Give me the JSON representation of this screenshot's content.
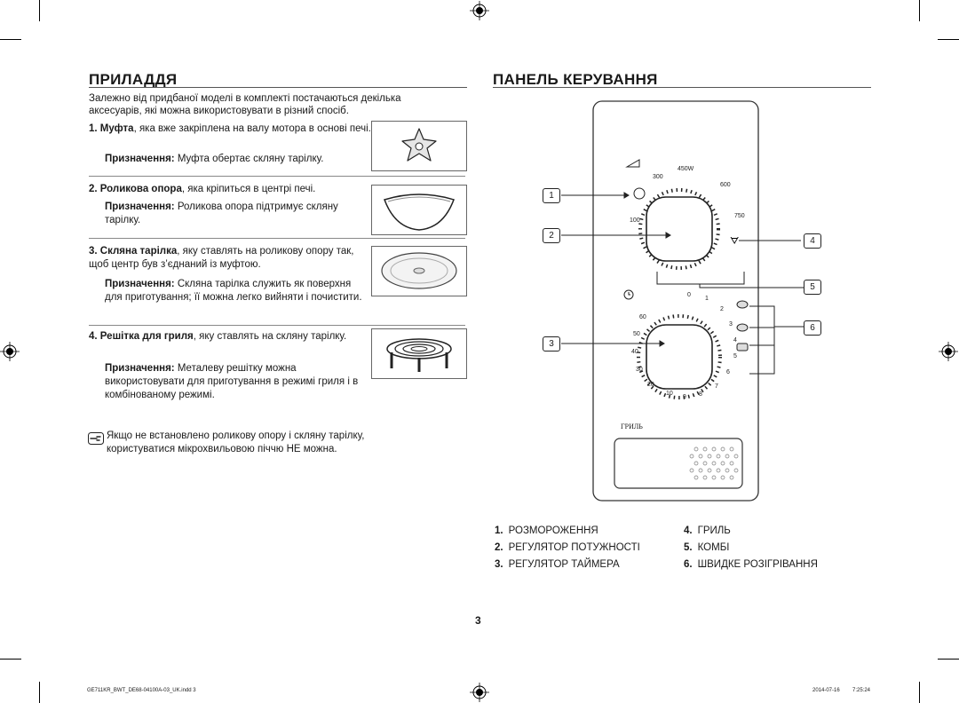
{
  "left": {
    "title": "ПРИЛАДДЯ",
    "intro": "Залежно від придбаної моделі в комплекті постачаються декілька аксесуарів, які можна використовувати в різний спосіб.",
    "items": [
      {
        "num": "1.",
        "name": "Муфта",
        "desc": ", яка вже закріплена на валу мотора в основі печі.",
        "purpose_label": "Призначення:",
        "purpose": "Муфта обертає скляну тарілку."
      },
      {
        "num": "2.",
        "name": "Роликова опора",
        "desc": ", яка кріпиться в центрі печі.",
        "purpose_label": "Призначення:",
        "purpose": "Роликова опора підтримує скляну тарілку."
      },
      {
        "num": "3.",
        "name": "Скляна тарілка",
        "desc": ", яку ставлять на роликову опору так, щоб центр був з’єднаний із муфтою.",
        "purpose_label": "Призначення:",
        "purpose": "Скляна тарілка служить як поверхня для приготування; її можна легко вийняти і почистити."
      },
      {
        "num": "4.",
        "name": "Решітка для гриля",
        "desc": ", яку ставлять на скляну тарілку.",
        "purpose_label": "Призначення:",
        "purpose": "Металеву решітку можна використовувати для приготування в режимі гриля і в комбінованому режимі."
      }
    ],
    "note": "Якщо не встановлено роликову опору і скляну тарілку, користуватися мікрохвильовою піччю НЕ можна."
  },
  "right": {
    "title": "ПАНЕЛЬ КЕРУВАННЯ",
    "panel": {
      "power_labels": {
        "p300": "300",
        "p450": "450W",
        "p600": "600",
        "p750": "750",
        "p100": "100"
      },
      "timer_labels": {
        "t0": "0",
        "t1": "1",
        "t2": "2",
        "t3": "3",
        "t4": "4",
        "t5": "5",
        "t6": "6",
        "t7": "7",
        "t8": "8",
        "t9": "9",
        "t10": "10",
        "t20": "20",
        "t30": "30",
        "t40": "40",
        "t50": "50",
        "t60": "60"
      },
      "grill_label": "ГРИЛЬ",
      "callouts": [
        "1",
        "2",
        "3",
        "4",
        "5",
        "6"
      ]
    },
    "legend": [
      {
        "num": "1.",
        "label": "РОЗМОРОЖЕННЯ"
      },
      {
        "num": "4.",
        "label": "ГРИЛЬ"
      },
      {
        "num": "2.",
        "label": "РЕГУЛЯТОР ПОТУЖНОСТІ"
      },
      {
        "num": "5.",
        "label": "КОМБІ"
      },
      {
        "num": "3.",
        "label": "РЕГУЛЯТОР ТАЙМЕРА"
      },
      {
        "num": "6.",
        "label": "ШВИДКЕ РОЗІГРІВАННЯ"
      }
    ]
  },
  "page_number": "3",
  "footer": {
    "file": "GE711KR_BWT_DE68-04100A-03_UK.indd   3",
    "date": "2014-07-16",
    "time": "7:25:24"
  }
}
